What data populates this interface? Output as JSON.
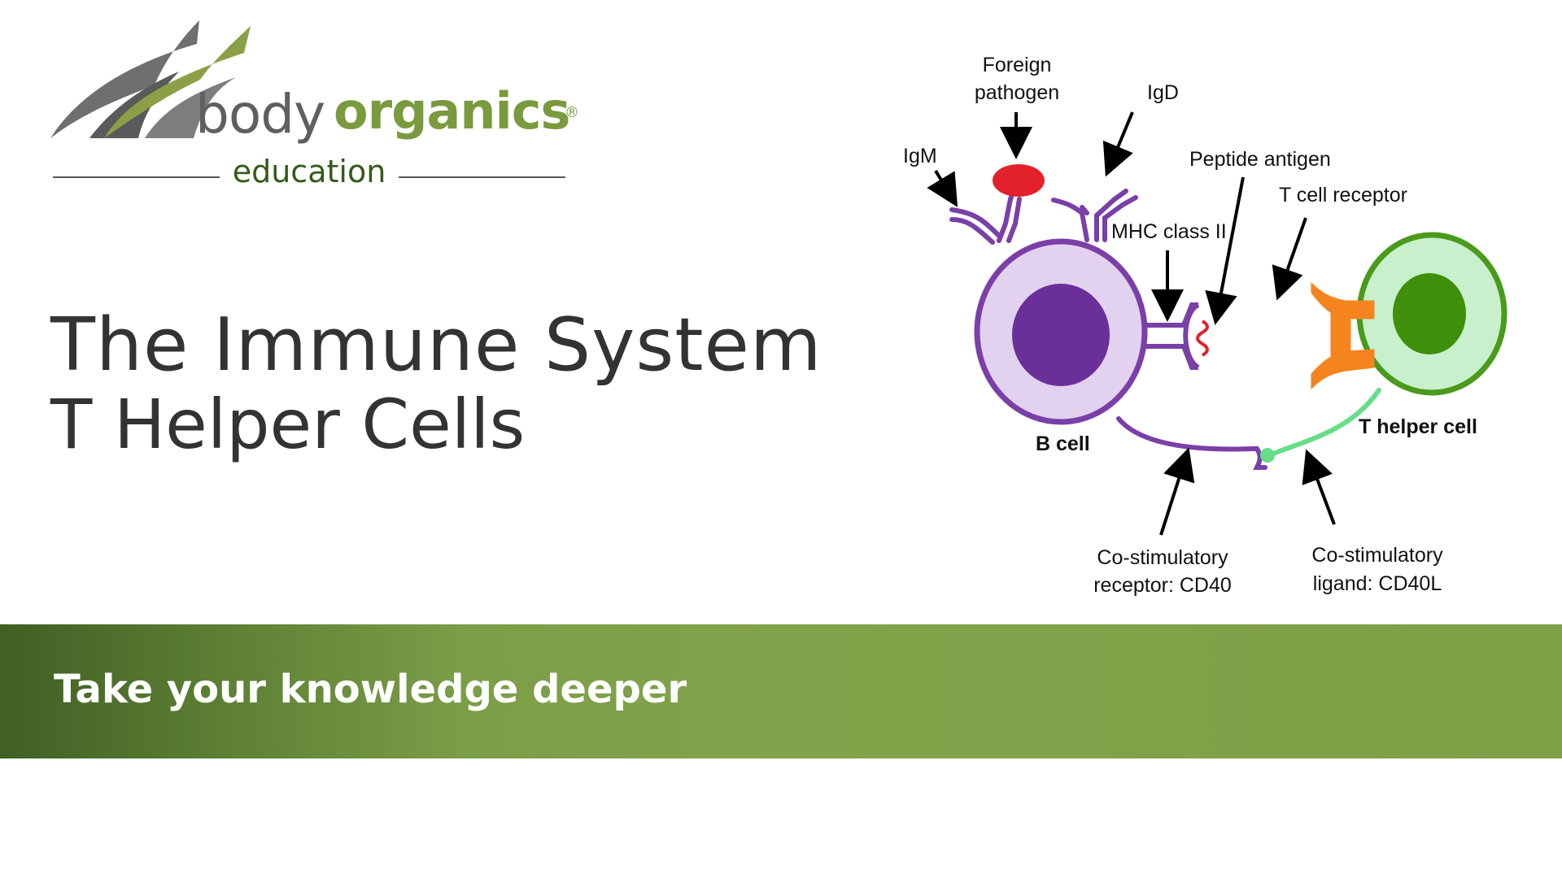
{
  "brand": {
    "name_part1": "body",
    "name_part2": "organics",
    "registered_mark": "®",
    "tagline": "education",
    "colors": {
      "green": "#7a9a3e",
      "dark_green": "#355a1c",
      "gray": "#5f5f5f"
    }
  },
  "title": {
    "main": "The Immune System",
    "sub": "T Helper Cells"
  },
  "diagram": {
    "labels": {
      "foreign_line1": "Foreign",
      "foreign_line2": "pathogen",
      "igd": "IgD",
      "igm": "IgM",
      "peptide": "Peptide antigen",
      "tcr": "T cell receptor",
      "mhc": "MHC class II",
      "bcell": "B cell",
      "thelper": "T helper cell",
      "cd40_line1": "Co-stimulatory",
      "cd40_line2": "receptor: CD40",
      "cd40l_line1": "Co-stimulatory",
      "cd40l_line2": "ligand: CD40L"
    },
    "colors": {
      "bcell_membrane": "#7b3fa8",
      "bcell_fill": "#e2d2f0",
      "bcell_nucleus": "#6b2f9a",
      "tcell_membrane": "#4a9a1c",
      "tcell_fill": "#c8f0cc",
      "tcell_nucleus": "#3f8f0a",
      "pathogen": "#e3212b",
      "receptor": "#f5841f",
      "ligand": "#66dd88"
    }
  },
  "banner": {
    "text": "Take your knowledge deeper"
  }
}
